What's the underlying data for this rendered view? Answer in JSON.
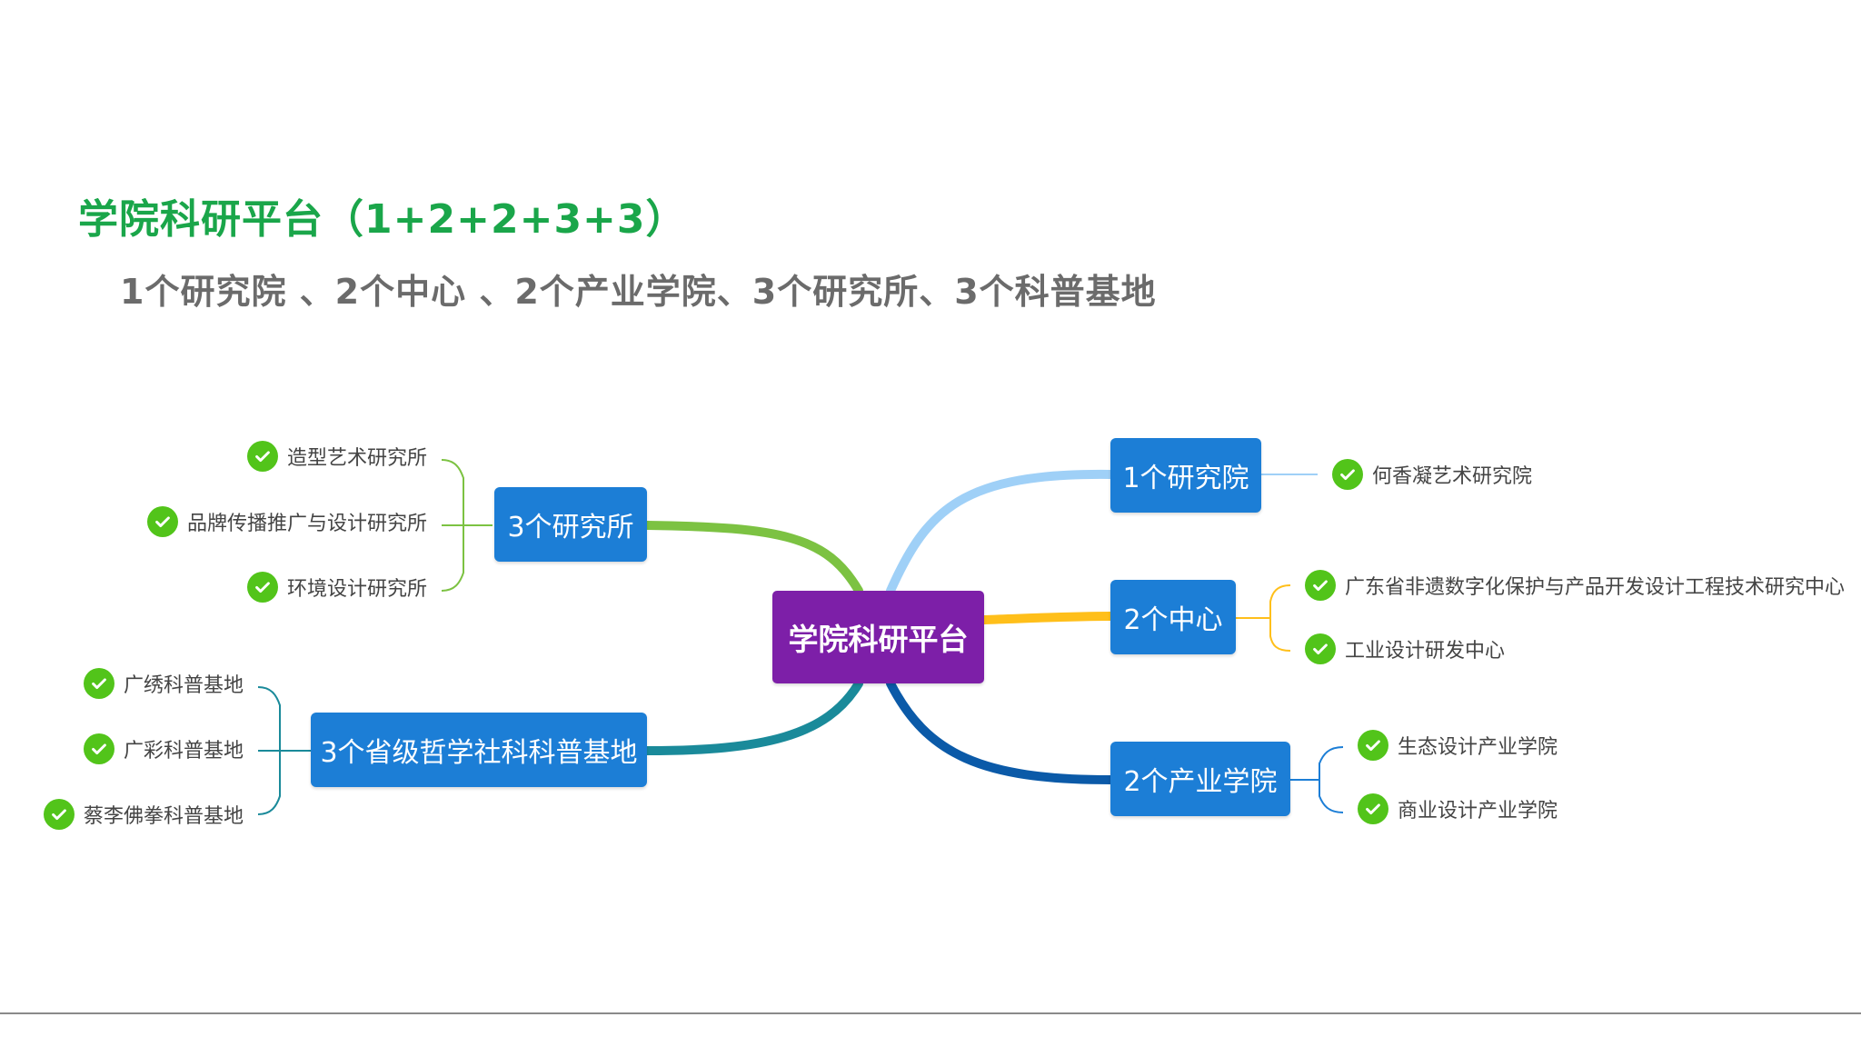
{
  "page": {
    "title": "学院科研平台（1+2+2+3+3）",
    "subtitle": "1个研究院 、2个中心 、2个产业学院、3个研究所、3个科普基地"
  },
  "mindmap": {
    "center": "学院科研平台",
    "branches": {
      "institute": {
        "label": "1个研究院",
        "color": "#9fd0f7",
        "items": [
          "何香凝艺术研究院"
        ]
      },
      "centers": {
        "label": "2个中心",
        "color": "#ffbf1a",
        "items": [
          "广东省非遗数字化保护与产品开发设计工程技术研究中心",
          "工业设计研发中心"
        ]
      },
      "industry": {
        "label": "2个产业学院",
        "color": "#0b5aa8",
        "items": [
          "生态设计产业学院",
          "商业设计产业学院"
        ]
      },
      "research": {
        "label": "3个研究所",
        "color": "#7cc242",
        "items": [
          "造型艺术研究所",
          "品牌传播推广与设计研究所",
          "环境设计研究所"
        ]
      },
      "science": {
        "label": "3个省级哲学社科科普基地",
        "color": "#1a8a9a",
        "items": [
          "广绣科普基地",
          "广彩科普基地",
          "蔡李佛拳科普基地"
        ]
      }
    },
    "check_color": "#52c41a",
    "node_color": "#1c7ed6",
    "center_color": "#7d1fa8"
  }
}
